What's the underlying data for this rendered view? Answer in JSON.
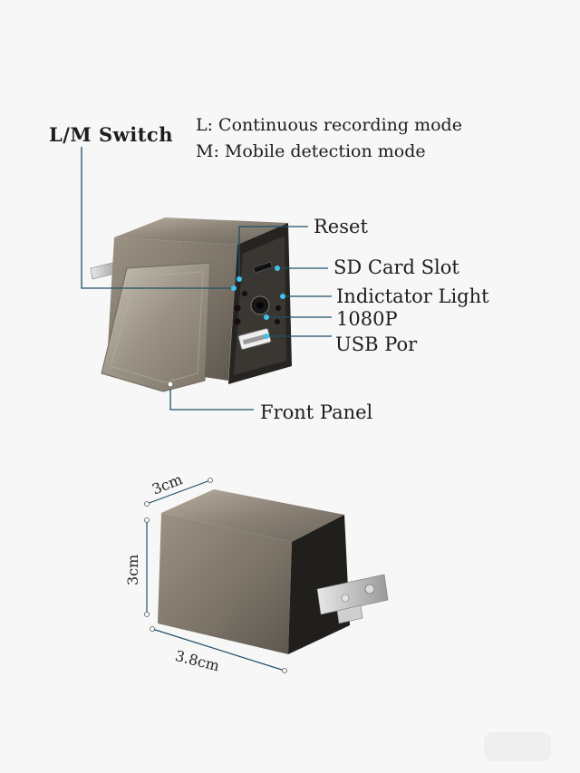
{
  "labels": {
    "lm_switch": "L/M Switch",
    "mode_l": "L: Continuous recording mode",
    "mode_m": "M: Mobile detection mode",
    "reset": "Reset",
    "sd_card_slot": "SD Card Slot",
    "indicator_light": "Indictator  Light",
    "resolution": "1080P",
    "usb_port": "USB Por",
    "front_panel": "Front Panel"
  },
  "dimensions": {
    "depth": "3cm",
    "height": "3cm",
    "width": "3.8cm"
  },
  "colors": {
    "leader_line": "#1f4f66",
    "callout_dot": "#3fc3ec",
    "metal": "#8a8275",
    "front_face": "#262421"
  }
}
